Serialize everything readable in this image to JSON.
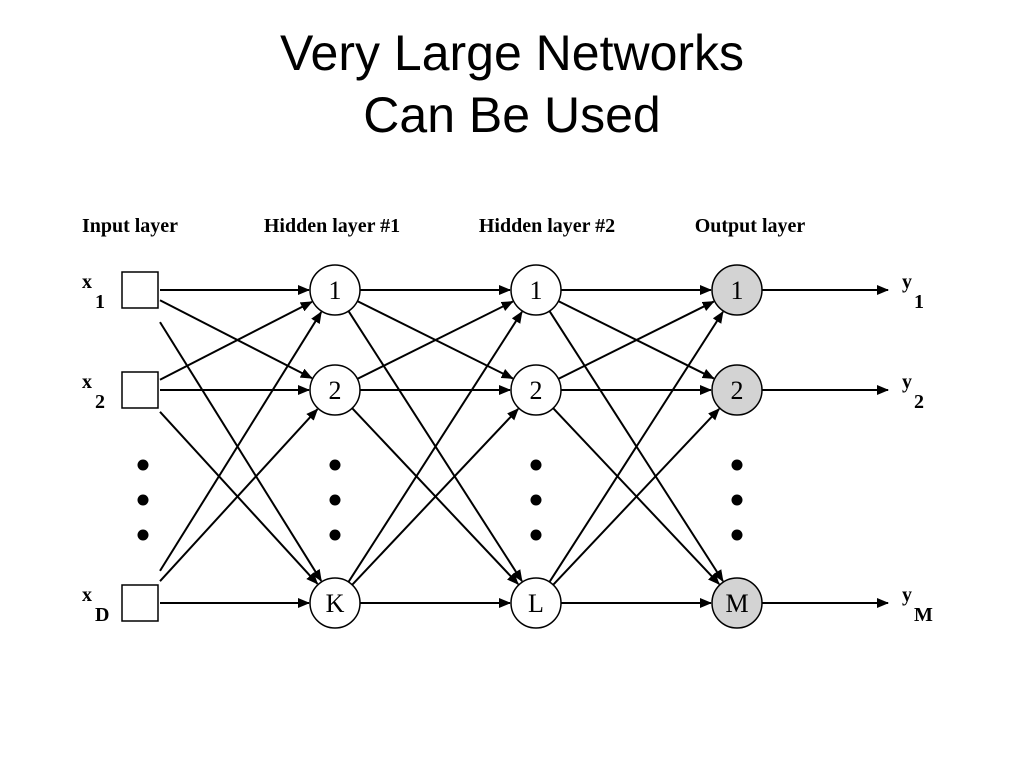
{
  "slide": {
    "title_line1": "Very Large Networks",
    "title_line2": "Can Be Used"
  },
  "diagram": {
    "layers": [
      {
        "label": "Input layer",
        "nodes": [
          "",
          "",
          ""
        ],
        "shape": "square",
        "fill": "#ffffff"
      },
      {
        "label": "Hidden layer #1",
        "nodes": [
          "1",
          "2",
          "K"
        ],
        "shape": "circle",
        "fill": "#ffffff"
      },
      {
        "label": "Hidden layer #2",
        "nodes": [
          "1",
          "2",
          "L"
        ],
        "shape": "circle",
        "fill": "#ffffff"
      },
      {
        "label": "Output layer",
        "nodes": [
          "1",
          "2",
          "M"
        ],
        "shape": "circle",
        "fill": "#d3d3d3"
      }
    ],
    "inputs": [
      {
        "var": "x",
        "sub": "1"
      },
      {
        "var": "x",
        "sub": "2"
      },
      {
        "var": "x",
        "sub": "D"
      }
    ],
    "outputs": [
      {
        "var": "y",
        "sub": "1"
      },
      {
        "var": "y",
        "sub": "2"
      },
      {
        "var": "y",
        "sub": "M"
      }
    ],
    "connectivity": "fully-connected",
    "ellipsis": "vertical-dots"
  }
}
